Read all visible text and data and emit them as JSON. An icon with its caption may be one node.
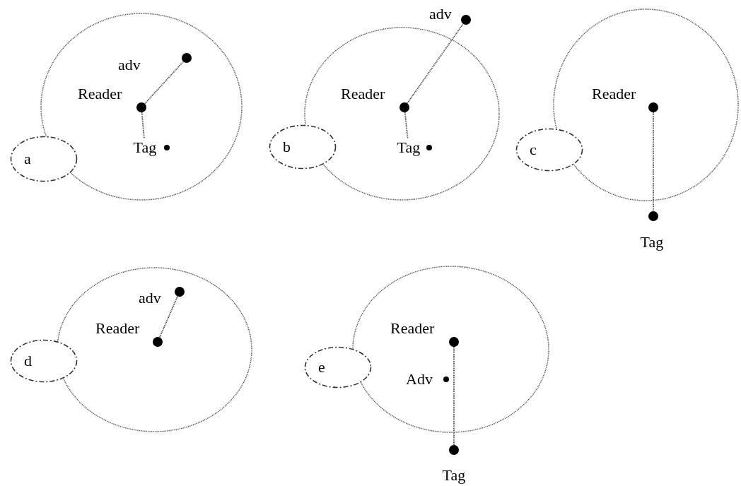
{
  "diagram": {
    "nodes": [
      {
        "text": [],
        "shape": "circle"
      },
      {
        "text": [
          "a"
        ]
      },
      {
        "text": [],
        "shape": "circle",
        "beside": [
          "adv"
        ],
        "in": 0
      },
      {
        "text": [],
        "shape": "circle",
        "beside": [
          "Reader"
        ],
        "in": 0
      },
      {
        "text": [],
        "shape": "circle",
        "beside": [
          "Tag"
        ],
        "in": 0
      },
      {
        "text": [],
        "shape": "circle"
      },
      {
        "text": [
          "b"
        ]
      },
      {
        "text": [],
        "shape": "circle",
        "beside": [
          "adv"
        ]
      },
      {
        "text": [],
        "shape": "circle",
        "beside": [
          "Reader"
        ],
        "in": 5
      },
      {
        "text": [],
        "shape": "circle",
        "beside": [
          "Tag"
        ],
        "in": 5
      },
      {
        "text": [],
        "shape": "circle"
      },
      {
        "text": [
          "c"
        ]
      },
      {
        "text": [],
        "shape": "circle",
        "beside": [
          "Reader"
        ],
        "in": 10
      },
      {
        "text": [],
        "shape": "circle",
        "beside": [
          "Tag"
        ]
      },
      {
        "text": [],
        "shape": "circle"
      },
      {
        "text": [
          "d"
        ]
      },
      {
        "text": [],
        "shape": "circle",
        "beside": [
          "adv"
        ],
        "in": 14
      },
      {
        "text": [],
        "shape": "circle",
        "beside": [
          "Reader"
        ],
        "in": 14
      },
      {
        "text": [],
        "shape": "circle"
      },
      {
        "text": [
          "e"
        ]
      },
      {
        "text": [],
        "shape": "circle",
        "beside": [
          "Reader"
        ],
        "in": 18
      },
      {
        "text": [],
        "shape": "circle",
        "beside": [
          "Adv"
        ],
        "in": 18
      },
      {
        "text": [],
        "shape": "circle",
        "beside": [
          "Tag"
        ]
      }
    ],
    "edges": [
      {
        "from": 3,
        "to": 2,
        "arrow": "none"
      },
      {
        "from": 3,
        "to": 4,
        "arrow": "none"
      },
      {
        "from": 8,
        "to": 7,
        "arrow": "none"
      },
      {
        "from": 8,
        "to": 9,
        "arrow": "none"
      },
      {
        "from": 12,
        "to": 13,
        "arrow": "none"
      },
      {
        "from": 17,
        "to": 16,
        "arrow": "none"
      },
      {
        "from": 20,
        "to": 22,
        "arrow": "none"
      }
    ]
  }
}
